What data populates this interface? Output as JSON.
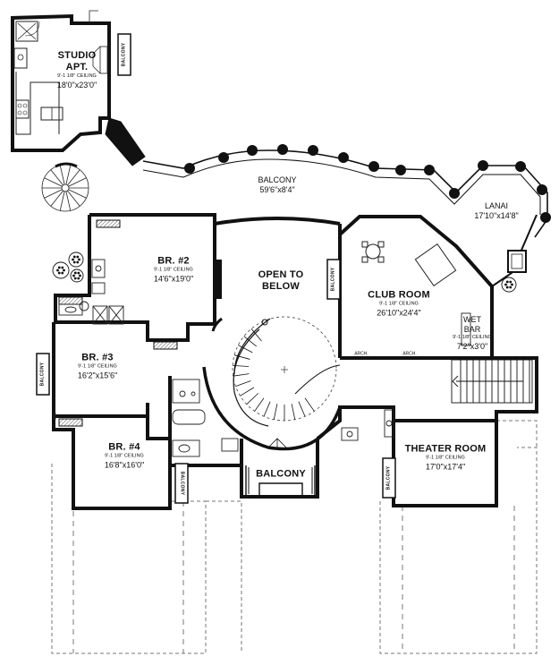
{
  "rooms": {
    "studio": {
      "name1": "STUDIO",
      "name2": "APT.",
      "ceiling": "9'-1 1/8\" CEILING",
      "dim": "18'0\"x23'0\""
    },
    "balcony_main": {
      "name": "BALCONY",
      "dim": "59'6\"x8'4\""
    },
    "lanai": {
      "name": "LANAI",
      "dim": "17'10\"x14'8\""
    },
    "br2": {
      "name": "BR. #2",
      "ceiling": "9'-1 1/8\" CEILING",
      "dim": "14'6\"x19'0\""
    },
    "open": {
      "name1": "OPEN TO",
      "name2": "BELOW"
    },
    "club": {
      "name": "CLUB ROOM",
      "ceiling": "9'-1 1/8\" CEILING",
      "dim": "26'10\"x24'4\""
    },
    "wetbar": {
      "name1": "WET",
      "name2": "BAR",
      "ceiling": "9'-1 1/8\" CEILING",
      "dim": "7'2\"x3'0\""
    },
    "br3": {
      "name": "BR. #3",
      "ceiling": "9'-1 1/8\" CEILING",
      "dim": "16'2\"x15'6\""
    },
    "br4": {
      "name": "BR. #4",
      "ceiling": "9'-1 1/8\" CEILING",
      "dim": "16'8\"x16'0\""
    },
    "theater": {
      "name": "THEATER ROOM",
      "ceiling": "9'-1 1/8\" CEILING",
      "dim": "17'0\"x17'4\""
    },
    "balcony_front": {
      "name": "BALCONY"
    }
  },
  "small_balconies": {
    "studio": "BALCONY",
    "club": "BALCONY",
    "br3": "BALCONY",
    "br4": "BALCONY",
    "theater": "BALCONY"
  },
  "arch_label": "ARCH.",
  "colors": {
    "wall": "#111111",
    "line": "#222222",
    "hatch": "#555555",
    "bg": "#ffffff"
  },
  "icons": [
    "spiral-stair-icon",
    "curved-stair-icon",
    "straight-stair-icon",
    "shrub-icon",
    "column-icon",
    "fixture-icon"
  ]
}
